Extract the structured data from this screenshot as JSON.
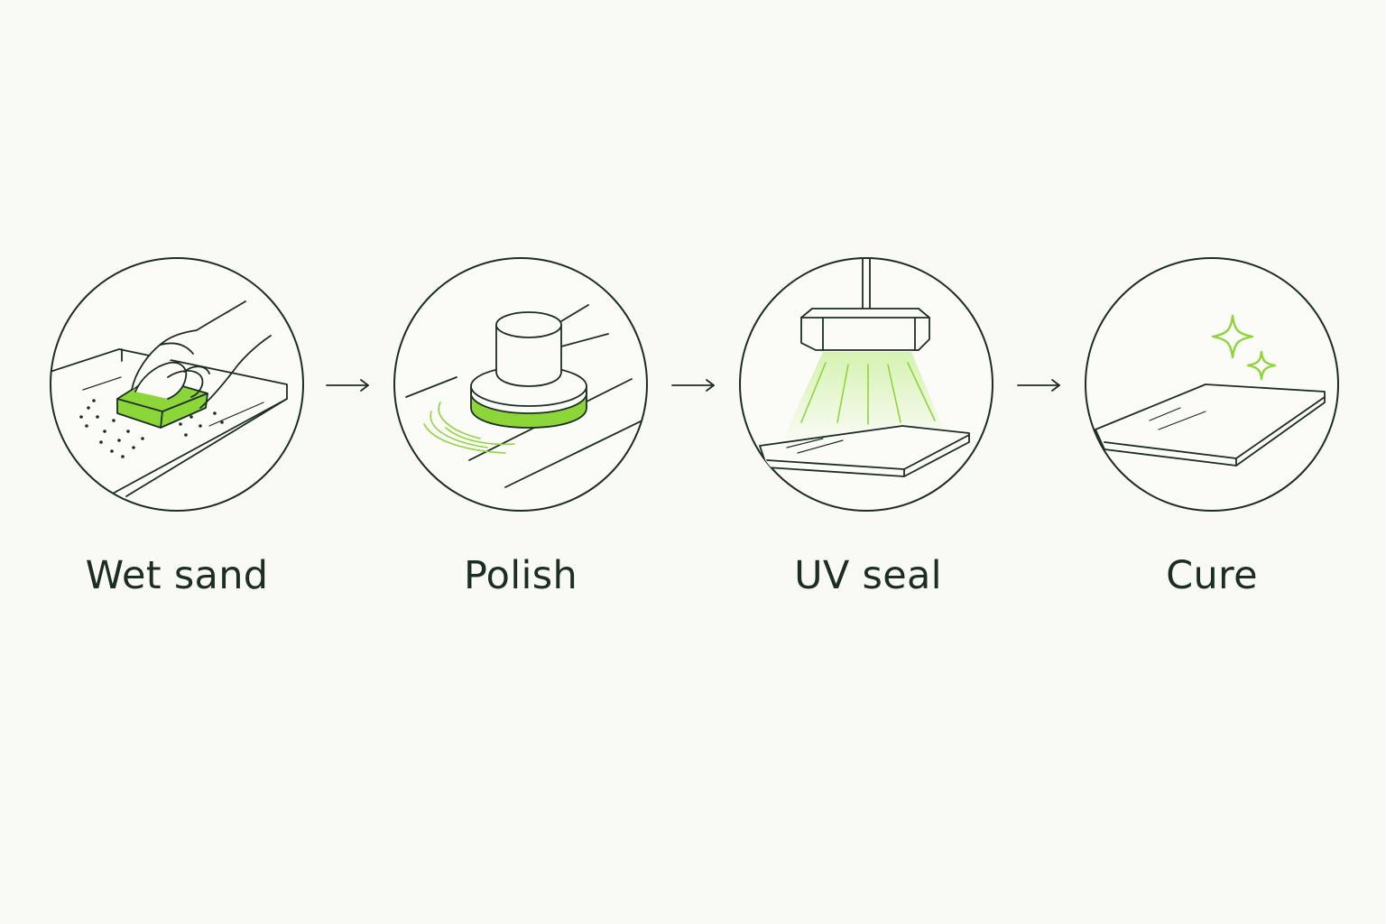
{
  "colors": {
    "background": "#f9f9f5",
    "ink": "#1c2e24",
    "accent": "#8dd63a"
  },
  "steps": [
    {
      "label": "Wet sand",
      "icon": "sanding-block-icon"
    },
    {
      "label": "Polish",
      "icon": "polisher-icon"
    },
    {
      "label": "UV seal",
      "icon": "uv-lamp-icon"
    },
    {
      "label": "Cure",
      "icon": "sparkle-panel-icon"
    }
  ],
  "connectors": [
    "arrow-right-icon",
    "arrow-right-icon",
    "arrow-right-icon"
  ]
}
